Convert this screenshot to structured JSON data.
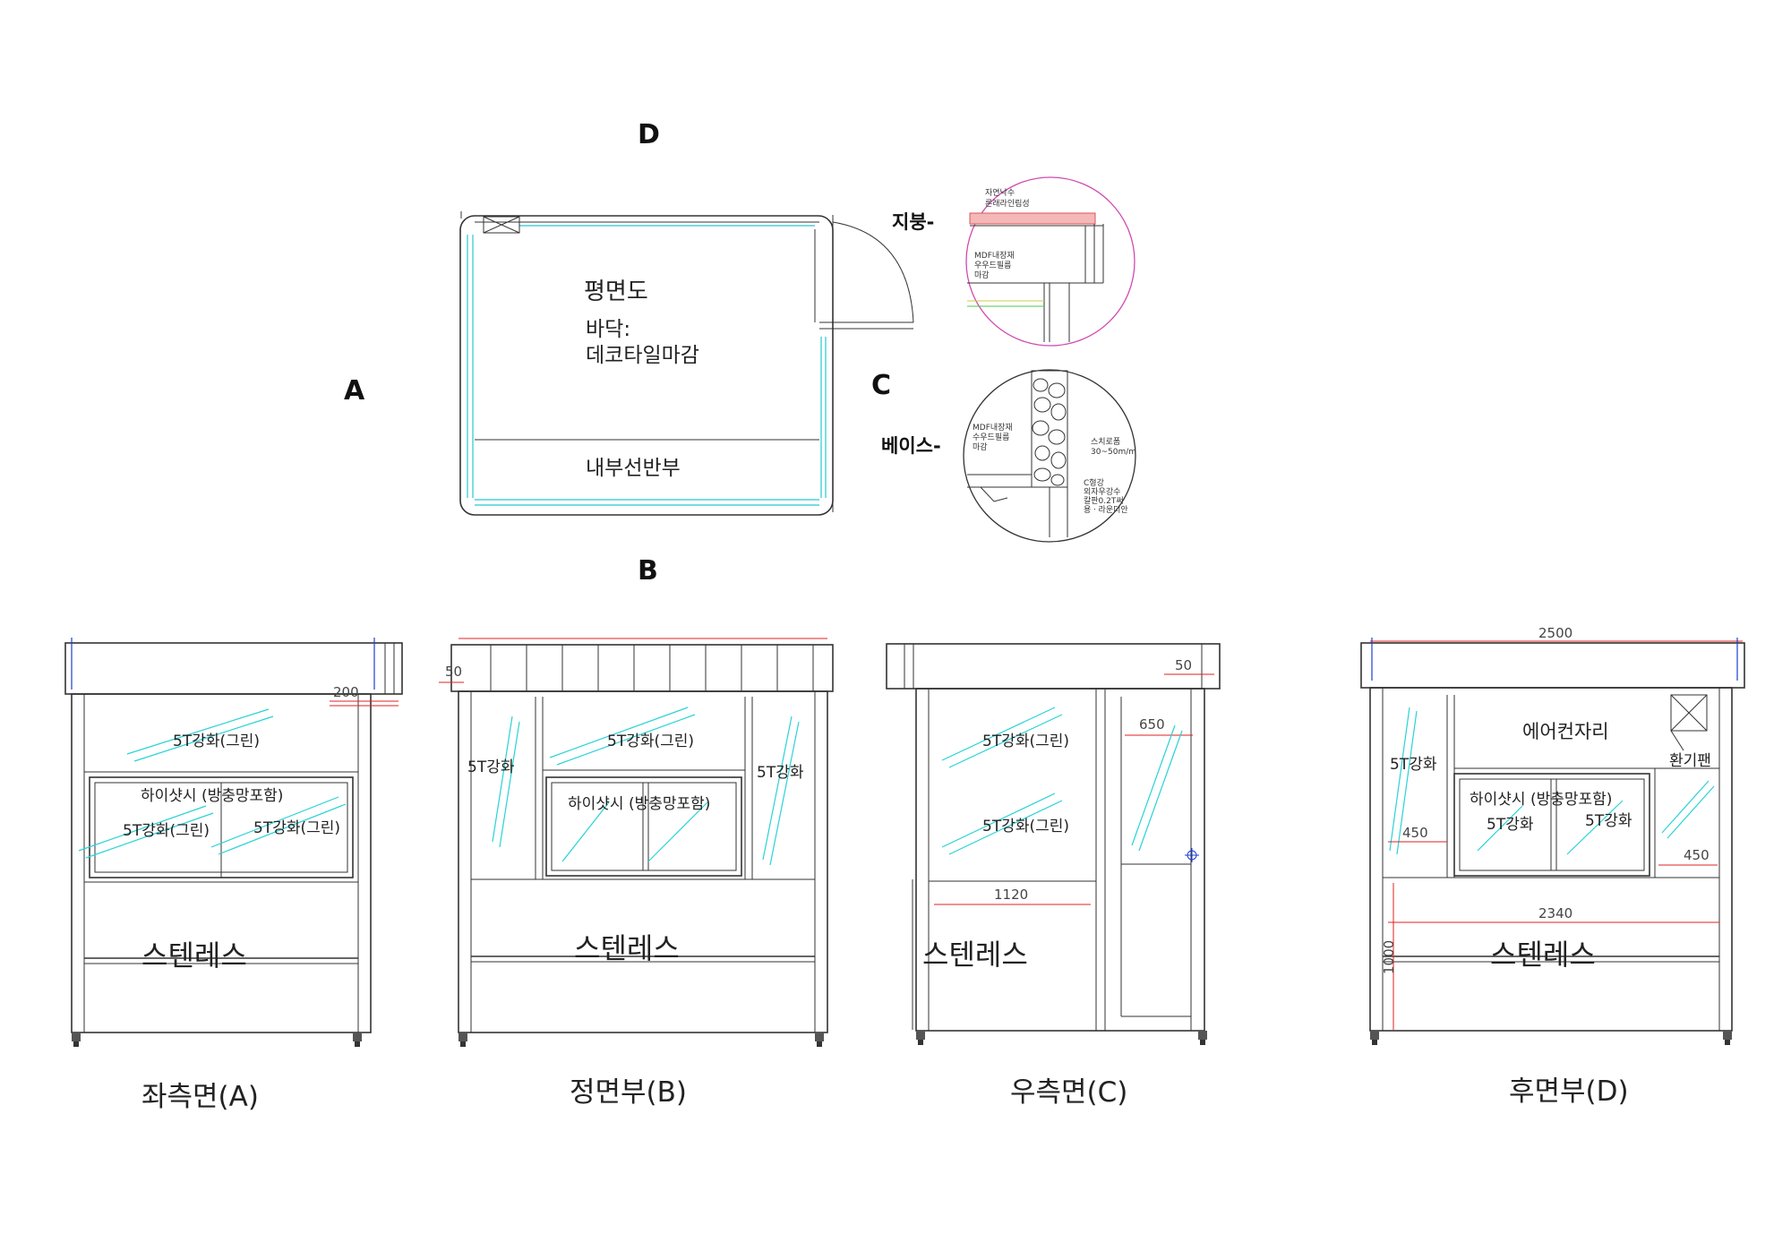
{
  "markers": {
    "d": "D",
    "a": "A",
    "b": "B",
    "c": "C"
  },
  "plan": {
    "title": "평면도",
    "floor_label": "바닥:",
    "floor_finish": "데코타일마감",
    "shelf": "내부선반부"
  },
  "details": {
    "roof": {
      "label": "지붕-",
      "note1": "자연낙수",
      "note2": "론래라인림성",
      "note3": "MDF내장재",
      "note4": "우우드필름",
      "note5": "마감"
    },
    "base": {
      "label": "베이스-",
      "note1": "MDF내장재",
      "note2": "수우드필름",
      "note3": "마감",
      "note4": "스치로폼",
      "note5": "30~50m/m",
      "note6": "C형강",
      "note7": "외자우강수",
      "note8": "칼판0.2T써",
      "note9": "용ㆍ라운디안"
    }
  },
  "views": {
    "left": {
      "caption": "좌측면(A)",
      "glass_top": "5T강화(그린)",
      "sash": "하이샷시 (방충망포함)",
      "glass_l": "5T강화(그린)",
      "glass_r": "5T강화(그린)",
      "material": "스텐레스",
      "dim_200": "200"
    },
    "front": {
      "caption": "정면부(B)",
      "glass_top": "5T강화(그린)",
      "glass_left": "5T강화",
      "glass_right": "5T강화",
      "sash": "하이샷시 (방충망포함)",
      "material": "스텐레스",
      "dim_50": "50"
    },
    "right": {
      "caption": "우측면(C)",
      "glass_top": "5T강화(그린)",
      "glass_bottom": "5T강화(그린)",
      "material": "스텐레스",
      "dim_50": "50",
      "dim_650": "650",
      "dim_1120": "1120"
    },
    "rear": {
      "caption": "후면부(D)",
      "aircon": "에어컨자리",
      "fan": "환기팬",
      "glass_left": "5T강화",
      "sash": "하이샷시 (방충망포함)",
      "glass_l": "5T강화",
      "glass_r": "5T강화",
      "material": "스텐레스",
      "dim_top": "2500",
      "dim_450a": "450",
      "dim_450b": "450",
      "dim_2340": "2340",
      "dim_1000": "1000"
    }
  }
}
